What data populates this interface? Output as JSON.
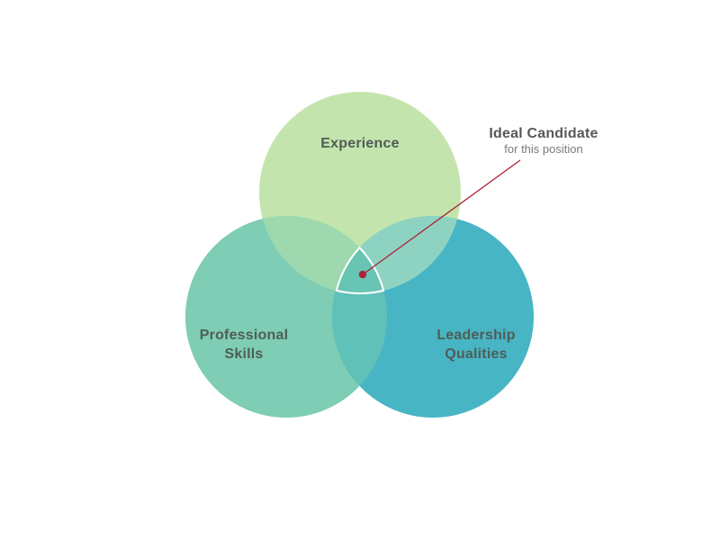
{
  "diagram": {
    "background_color": "#ffffff",
    "circles": [
      {
        "id": "experience",
        "label": "Experience",
        "color": "#c3e5ad"
      },
      {
        "id": "professional-skills",
        "label": "Professional\nSkills",
        "color": "#7ecdb4"
      },
      {
        "id": "leadership-qualities",
        "label": "Leadership\nQualities",
        "color": "#48b5c4"
      }
    ],
    "overlaps": {
      "experience_professional": "#9ed8ae",
      "experience_leadership": "#8ed3c1",
      "professional_leadership": "#5fc1b8",
      "center": "#68c5b3",
      "center_outline_color": "#ffffff"
    },
    "annotation": {
      "title": "Ideal Candidate",
      "subtitle": "for this position",
      "title_color": "#58585a",
      "subtitle_color": "#7a7a7c",
      "line_color": "#ad2138"
    },
    "label_text_color": "#4f5d57"
  }
}
